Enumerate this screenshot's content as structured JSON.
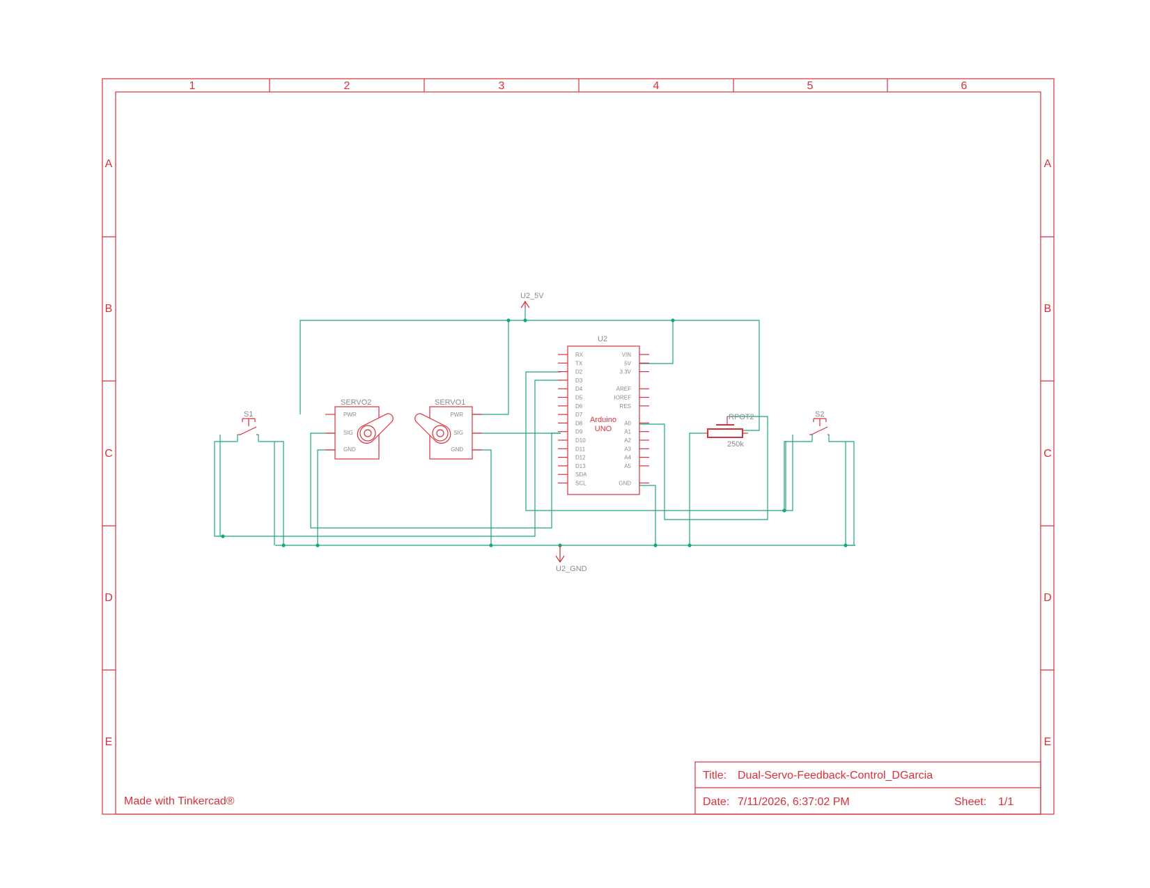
{
  "frame": {
    "columns": [
      "1",
      "2",
      "3",
      "4",
      "5",
      "6"
    ],
    "rows": [
      "A",
      "B",
      "C",
      "D",
      "E"
    ]
  },
  "footer": {
    "made_with": "Made with Tinkercad®"
  },
  "title_block": {
    "title_label": "Title:",
    "title_value": "Dual-Servo-Feedback-Control_DGarcia",
    "date_label": "Date:",
    "date_value": "7/11/2026, 6:37:02 PM",
    "sheet_label": "Sheet:",
    "sheet_value": "1/1"
  },
  "power": {
    "vcc_label": "U2_5V",
    "gnd_label": "U2_GND"
  },
  "components": {
    "s1": {
      "ref": "S1"
    },
    "s2": {
      "ref": "S2"
    },
    "servo2": {
      "ref": "SERVO2",
      "pins": [
        "PWR",
        "SIG",
        "GND"
      ]
    },
    "servo1": {
      "ref": "SERVO1",
      "pins": [
        "PWR",
        "SIG",
        "GND"
      ]
    },
    "u2": {
      "ref": "U2",
      "name_line1": "Arduino",
      "name_line2": "UNO",
      "left_pins": [
        "RX",
        "TX",
        "D2",
        "D3",
        "D4",
        "D5",
        "D6",
        "D7",
        "D8",
        "D9",
        "D10",
        "D11",
        "D12",
        "D13",
        "SDA",
        "SCL"
      ],
      "right_pins_top": [
        "VIN",
        "5V",
        "3.3V"
      ],
      "right_pins_mid": [
        "AREF",
        "IOREF",
        "RES"
      ],
      "right_pins_analog": [
        "A0",
        "A1",
        "A2",
        "A3",
        "A4",
        "A5"
      ],
      "right_pin_gnd": "GND"
    },
    "rpot2": {
      "ref": "RPOT2",
      "value": "250k"
    }
  }
}
